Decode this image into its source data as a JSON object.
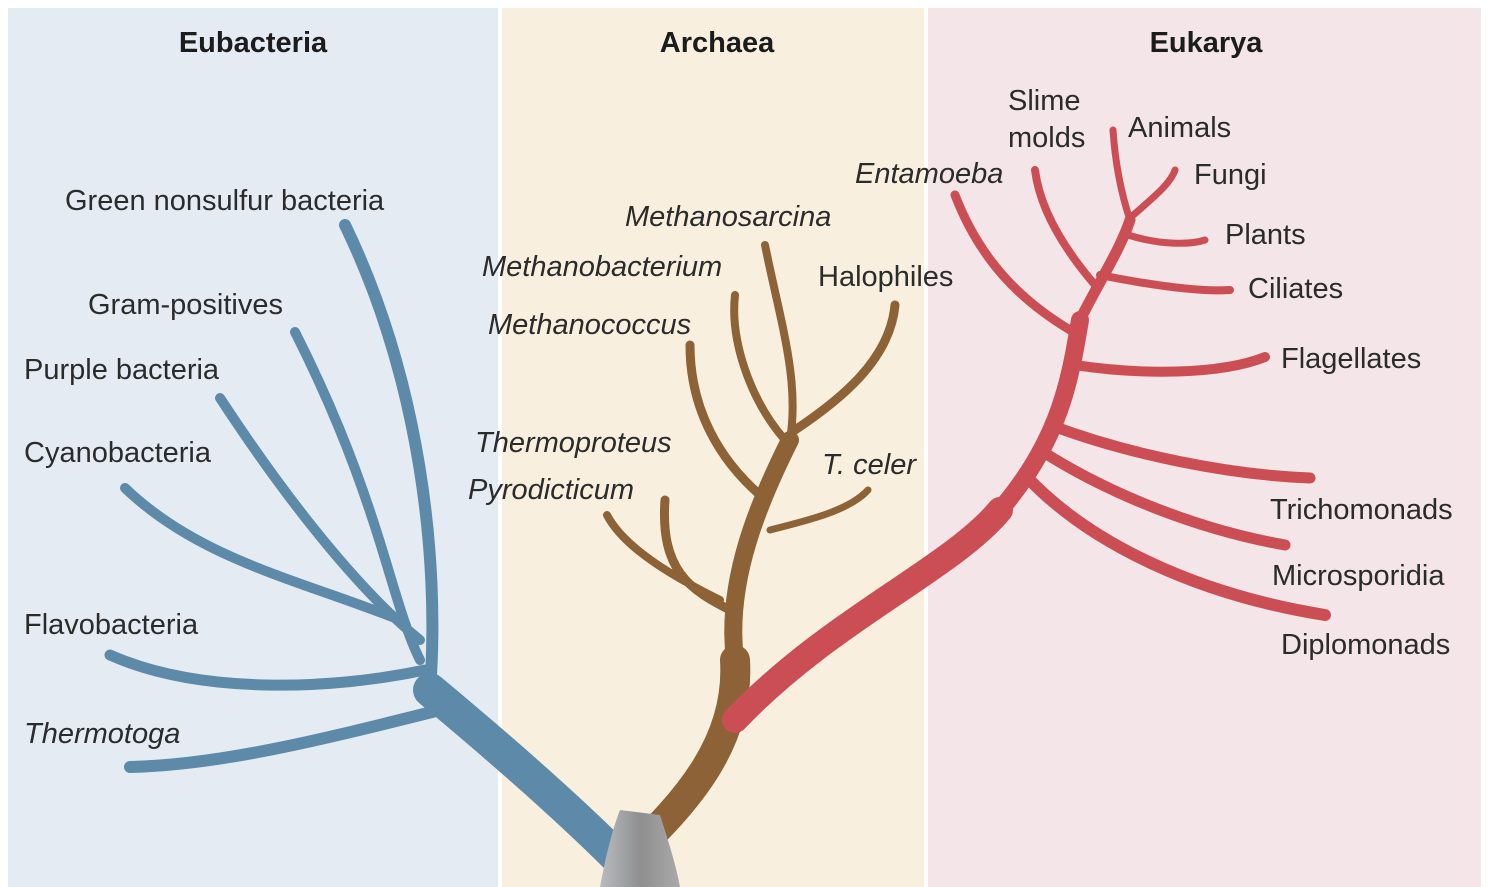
{
  "headers": {
    "bacteria": "Eubacteria",
    "archaea": "Archaea",
    "eukarya": "Eukarya"
  },
  "bacteria_labels": {
    "green_nonsulfur": "Green nonsulfur bacteria",
    "gram_positives": "Gram-positives",
    "purple": "Purple bacteria",
    "cyanobacteria": "Cyanobacteria",
    "flavobacteria": "Flavobacteria",
    "thermotoga": "Thermotoga"
  },
  "archaea_labels": {
    "methanosarcina": "Methanosarcina",
    "methanobacterium": "Methanobacterium",
    "halophiles": "Halophiles",
    "methanococcus": "Methanococcus",
    "thermoproteus": "Thermoproteus",
    "pyrodicticum": "Pyrodicticum",
    "t_celer": "T. celer"
  },
  "eukarya_labels": {
    "slime_molds_1": "Slime",
    "slime_molds_2": "molds",
    "animals": "Animals",
    "entamoeba": "Entamoeba",
    "fungi": "Fungi",
    "plants": "Plants",
    "ciliates": "Ciliates",
    "flagellates": "Flagellates",
    "trichomonads": "Trichomonads",
    "microsporidia": "Microsporidia",
    "diplomonads": "Diplomonads"
  },
  "colors": {
    "bacteria_branch": "#5d8aa8",
    "archaea_branch": "#8c6236",
    "eukarya_branch": "#cc4e55",
    "trunk": "#9a9a9a"
  }
}
